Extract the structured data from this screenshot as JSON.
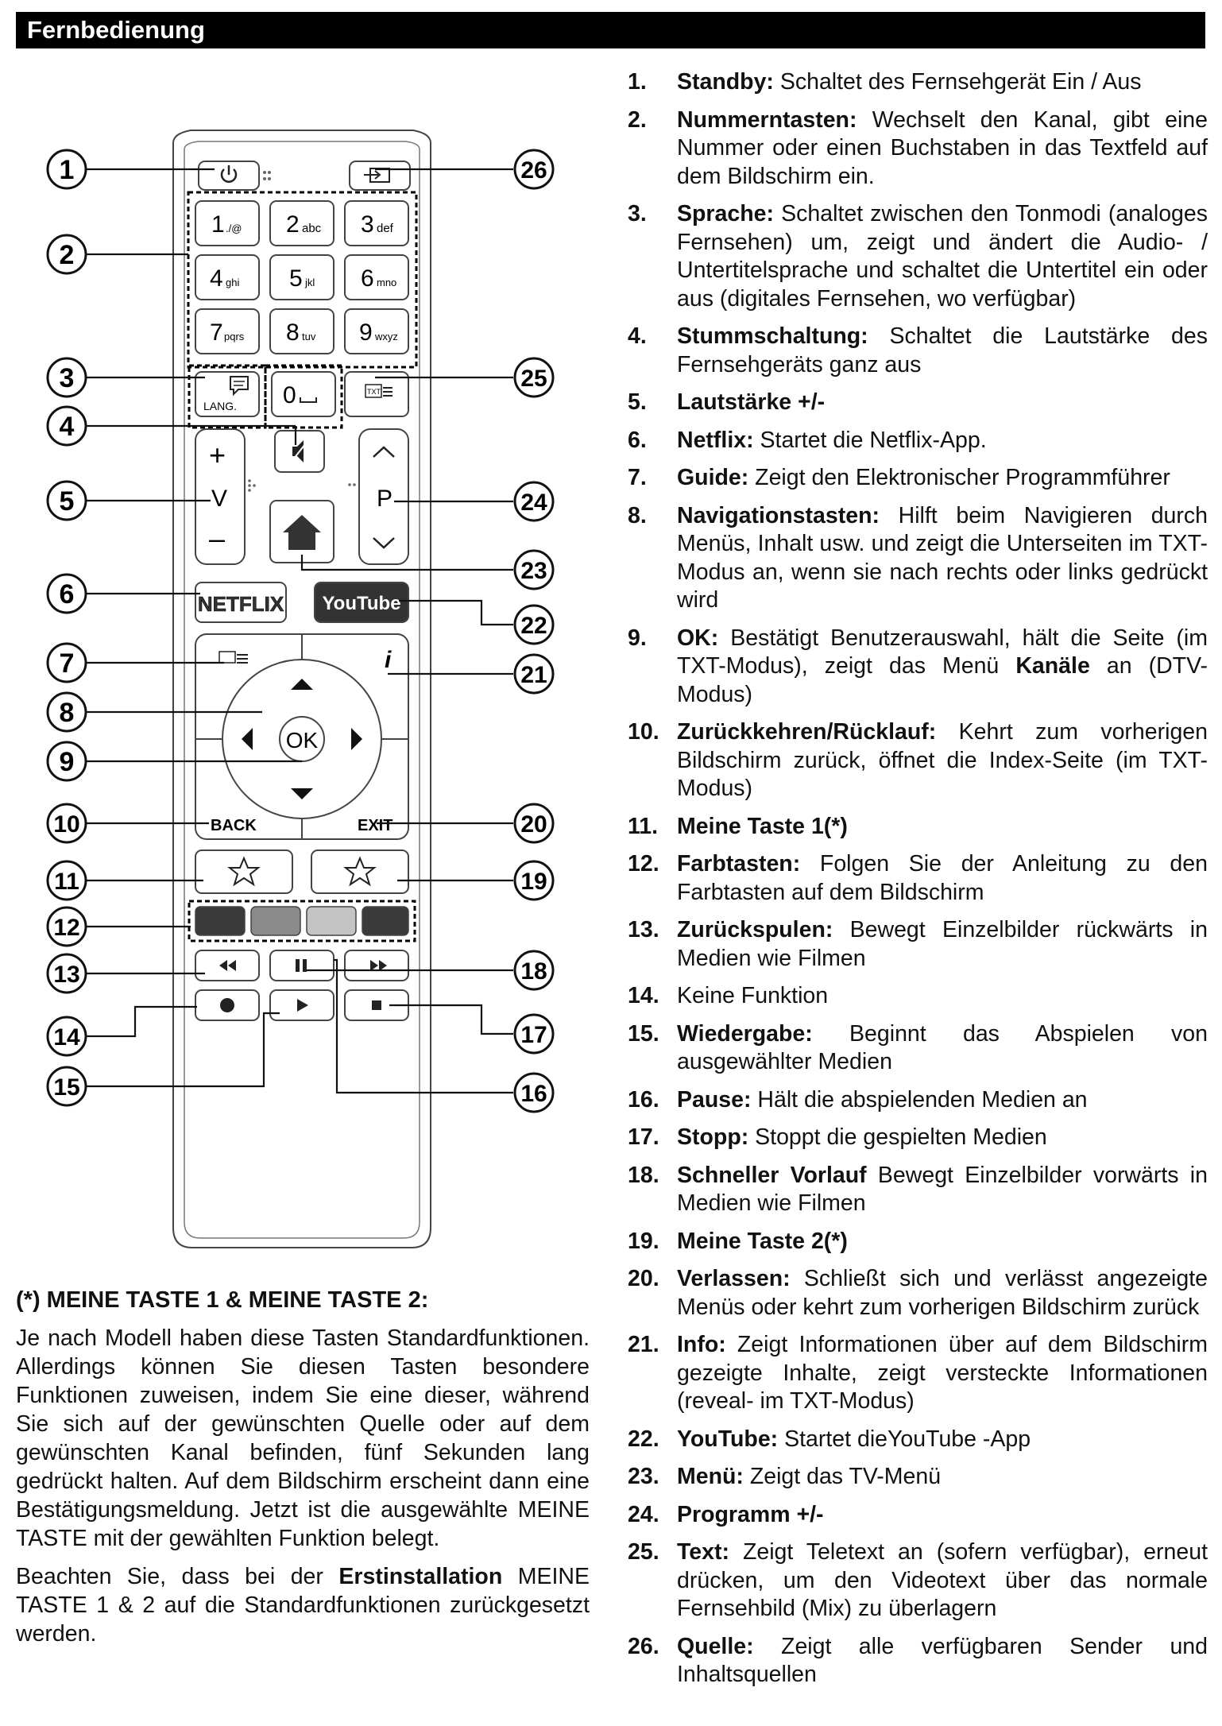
{
  "header": {
    "title": "Fernbedienung"
  },
  "remote": {
    "callouts": [
      "1",
      "2",
      "3",
      "4",
      "5",
      "6",
      "7",
      "8",
      "9",
      "10",
      "11",
      "12",
      "13",
      "14",
      "15",
      "16",
      "17",
      "18",
      "19",
      "20",
      "21",
      "22",
      "23",
      "24",
      "25",
      "26"
    ],
    "keys": {
      "k1": "1",
      "k1s": "./@",
      "k2": "2",
      "k2s": "abc",
      "k3": "3",
      "k3s": "def",
      "k4": "4",
      "k4s": "ghi",
      "k5": "5",
      "k5s": "jkl",
      "k6": "6",
      "k6s": "mno",
      "k7": "7",
      "k7s": "pqrs",
      "k8": "8",
      "k8s": "tuv",
      "k9": "9",
      "k9s": "wxyz",
      "k0": "0"
    },
    "lang_label": "LANG.",
    "txt_label": "TXT",
    "vol_plus": "+",
    "vol_label": "V",
    "vol_minus": "–",
    "prog_label": "P",
    "netflix_label": "NETFLIX",
    "youtube_label": "YouTube",
    "info_label": "i",
    "ok_label": "OK",
    "back_label": "BACK",
    "exit_label": "EXIT",
    "colors": {
      "red": "#3a3a3a",
      "green": "#8a8a8a",
      "yellow": "#c4c4c4",
      "blue": "#3a3a3a"
    }
  },
  "items": [
    {
      "num": "1.",
      "term": "Standby:",
      "text": " Schaltet des Fernsehgerät Ein / Aus"
    },
    {
      "num": "2.",
      "term": "Nummerntasten:",
      "text": " Wechselt den Kanal, gibt eine Nummer oder einen Buchstaben in das Textfeld auf dem Bildschirm ein."
    },
    {
      "num": "3.",
      "term": "Sprache:",
      "text": " Schaltet zwischen den Tonmodi (analoges Fernsehen) um, zeigt und ändert die Audio- / Untertitelsprache und schaltet die Untertitel ein oder aus  (digitales Fernsehen, wo verfügbar)"
    },
    {
      "num": "4.",
      "term": "Stummschaltung:",
      "text": " Schaltet die Lautstärke des Fernsehgeräts ganz aus"
    },
    {
      "num": "5.",
      "term": "Lautstärke +/-",
      "text": ""
    },
    {
      "num": "6.",
      "term": "Netflix:",
      "text": " Startet die Netflix-App."
    },
    {
      "num": "7.",
      "term": "Guide:",
      "text": " Zeigt den Elektronischer Programmführer"
    },
    {
      "num": "8.",
      "term": "Navigationstasten:",
      "text": " Hilft beim Navigieren durch Menüs, Inhalt usw. und zeigt die Unterseiten im TXT-Modus an, wenn sie nach rechts oder links gedrückt wird"
    },
    {
      "num": "9.",
      "term": "OK:",
      "text": " Bestätigt Benutzerauswahl, hält die Seite (im TXT-Modus), zeigt das Menü ",
      "term2": "Kanäle",
      "text2": " an (DTV-Modus)"
    },
    {
      "num": "10.",
      "term": "Zurückkehren/Rücklauf:",
      "text": " Kehrt zum vorherigen Bildschirm zurück, öffnet die Index-Seite (im TXT-Modus)"
    },
    {
      "num": "11.",
      "term": "Meine Taste 1(*)",
      "text": ""
    },
    {
      "num": "12.",
      "term": "Farbtasten:",
      "text": " Folgen Sie der Anleitung zu den Farbtasten auf dem Bildschirm"
    },
    {
      "num": "13.",
      "term": "Zurückspulen:",
      "text": " Bewegt Einzelbilder rückwärts in Medien wie Filmen"
    },
    {
      "num": "14.",
      "term": "",
      "text": "Keine Funktion"
    },
    {
      "num": "15.",
      "term": "Wiedergabe:",
      "text": " Beginnt das Abspielen von ausgewählter Medien"
    },
    {
      "num": "16.",
      "term": "Pause:",
      "text": " Hält die abspielenden Medien an"
    },
    {
      "num": "17.",
      "term": "Stopp:",
      "text": " Stoppt die gespielten Medien"
    },
    {
      "num": "18.",
      "term": "Schneller Vorlauf",
      "text": " Bewegt Einzelbilder vorwärts in Medien wie Filmen"
    },
    {
      "num": "19.",
      "term": "Meine Taste 2(*)",
      "text": ""
    },
    {
      "num": "20.",
      "term": "Verlassen:",
      "text": " Schließt sich und verlässt angezeigte Menüs oder kehrt zum vorherigen Bildschirm zurück"
    },
    {
      "num": "21.",
      "term": "Info:",
      "text": " Zeigt Informationen über auf dem Bildschirm gezeigte Inhalte, zeigt versteckte Informationen (reveal- im TXT-Modus)"
    },
    {
      "num": "22.",
      "term": "YouTube:",
      "text": " Startet dieYouTube -App"
    },
    {
      "num": "23.",
      "term": "Menü:",
      "text": " Zeigt das TV-Menü"
    },
    {
      "num": "24.",
      "term": "Programm +/-",
      "text": ""
    },
    {
      "num": "25.",
      "term": "Text:",
      "text": " Zeigt Teletext an (sofern verfügbar), erneut drücken, um den Videotext über das normale Fernsehbild (Mix) zu überlagern"
    },
    {
      "num": "26.",
      "term": "Quelle:",
      "text": " Zeigt alle verfügbaren Sender und Inhaltsquellen"
    }
  ],
  "note": {
    "heading": "(*) MEINE TASTE 1 & MEINE TASTE 2:",
    "p1": "Je nach Modell haben diese Tasten Standardfunktionen. Allerdings können Sie diesen Tasten besondere Funktionen zuweisen, indem Sie eine dieser, während Sie sich auf der gewünschten Quelle oder auf dem gewünschten Kanal befinden, fünf Sekunden lang gedrückt halten. Auf dem Bildschirm erscheint dann eine Bestätigungsmeldung. Jetzt ist die ausgewählte MEINE TASTE mit der gewählten Funktion belegt.",
    "p2a": "Beachten Sie, dass bei der ",
    "p2b": "Erstinstallation",
    "p2c": " MEINE TASTE 1 & 2 auf die Standardfunktionen zurückgesetzt werden."
  }
}
